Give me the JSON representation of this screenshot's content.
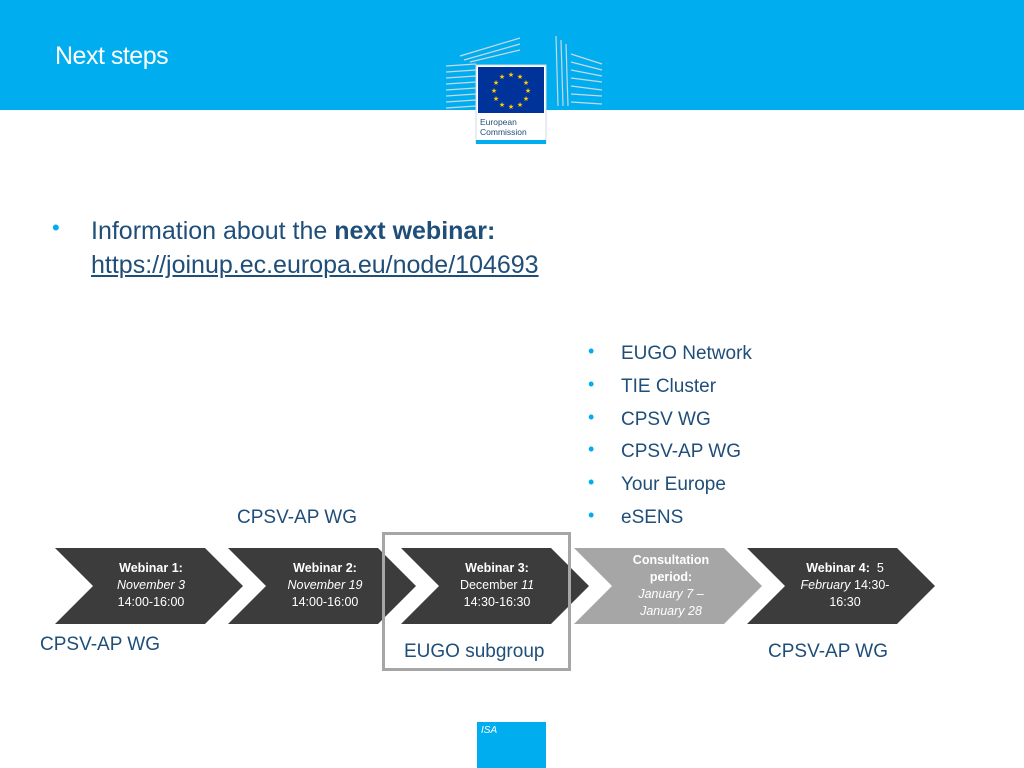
{
  "header": {
    "title": "Next steps"
  },
  "logo": {
    "line1": "European",
    "line2": "Commission"
  },
  "info": {
    "prefix": "Information about the ",
    "bold": "next webinar:",
    "link": "https://joinup.ec.europa.eu/node/104693"
  },
  "groups": [
    "EUGO Network",
    "TIE Cluster",
    "CPSV WG",
    "CPSV-AP WG",
    "Your Europe",
    "eSENS"
  ],
  "labels": {
    "top_cpsv": "CPSV-AP WG",
    "bottom_left_cpsv": "CPSV-AP WG",
    "eugo_subgroup": "EUGO subgroup",
    "bottom_right_cpsv": "CPSV-AP WG"
  },
  "timeline": [
    {
      "title": "Webinar 1:",
      "date": "November 3",
      "time": "14:00-16:00"
    },
    {
      "title": "Webinar 2:",
      "date": "November 19",
      "time": "14:00-16:00"
    },
    {
      "title": "Webinar 3:",
      "date_plain": "December ",
      "date_italic": "11",
      "time": "14:30-16:30"
    },
    {
      "title_line1": "Consultation",
      "title_line2": "period:",
      "date_line1": "January 7 –",
      "date_line2": "January 28"
    },
    {
      "title": "Webinar 4:",
      "day": "5",
      "month": "February",
      "time_a": "14:30-",
      "time_b": "16:30"
    }
  ],
  "footer": {
    "isa": "ISA"
  },
  "colors": {
    "header": "#00aeef",
    "text": "#1f4e79",
    "chevron_dark": "#3c3c3c",
    "chevron_grey": "#a6a6a6"
  }
}
